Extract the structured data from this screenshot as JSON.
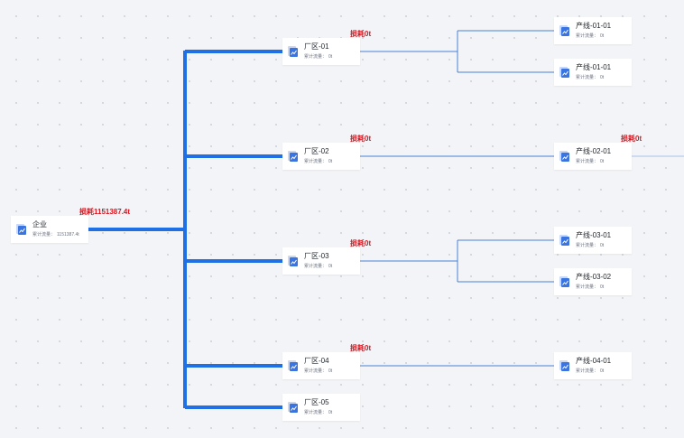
{
  "labels": {
    "flow_prefix": "累计流量："
  },
  "colors": {
    "trunk": "#1f6fe5",
    "branch": "#4a7fd4",
    "loss": "#e0141e",
    "background": "#f3f4f7"
  },
  "icon_name": "chart-doc-icon",
  "root": {
    "name": "企业",
    "flow": "1151387.4t",
    "loss": "损耗1151387.4t"
  },
  "plants": [
    {
      "name": "厂区-01",
      "flow": "0t",
      "loss": "损耗0t",
      "lines": [
        {
          "name": "产线-01-01",
          "flow": "0t"
        },
        {
          "name": "产线-01-01",
          "flow": "0t"
        }
      ]
    },
    {
      "name": "厂区-02",
      "flow": "0t",
      "loss": "损耗0t",
      "lines": [
        {
          "name": "产线-02-01",
          "flow": "0t",
          "loss": "损耗0t"
        }
      ]
    },
    {
      "name": "厂区-03",
      "flow": "0t",
      "loss": "损耗0t",
      "lines": [
        {
          "name": "产线-03-01",
          "flow": "0t"
        },
        {
          "name": "产线-03-02",
          "flow": "0t"
        }
      ]
    },
    {
      "name": "厂区-04",
      "flow": "0t",
      "loss": "损耗0t",
      "lines": [
        {
          "name": "产线-04-01",
          "flow": "0t"
        }
      ]
    },
    {
      "name": "厂区-05",
      "flow": "0t",
      "lines": []
    }
  ]
}
